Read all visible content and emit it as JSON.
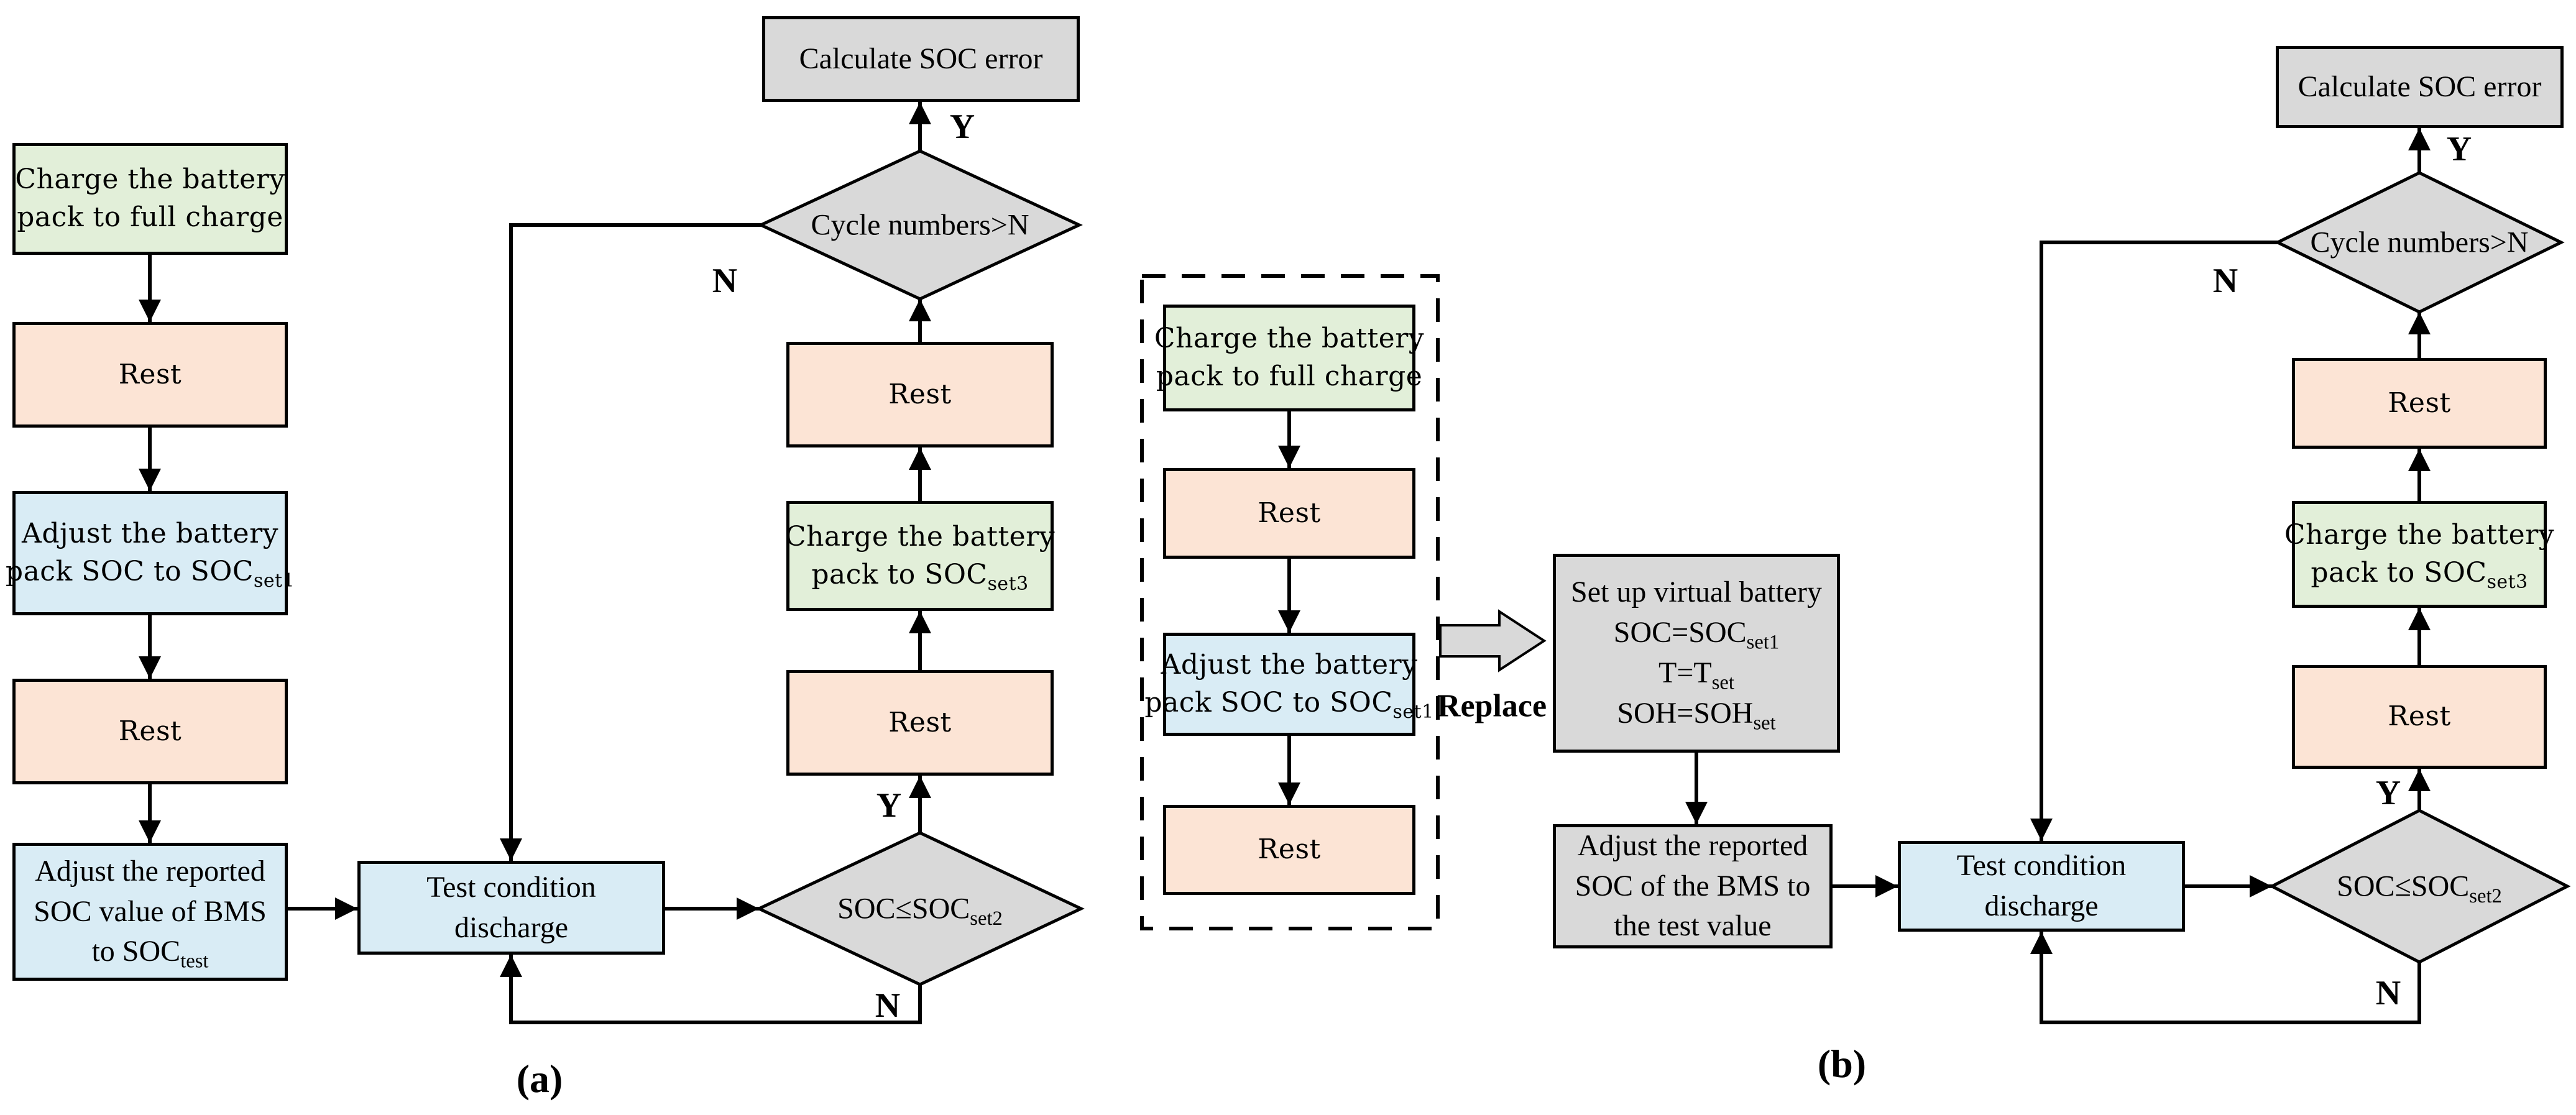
{
  "figure": {
    "caption_a": "(a)",
    "caption_b": "(b)",
    "labels": {
      "yes": "Y",
      "no": "N",
      "replace": "Replace"
    }
  },
  "colors": {
    "green": "#e2efd9",
    "peach": "#fce4d5",
    "blue": "#d9ecf5",
    "gray": "#d9d9d9",
    "line": "#000000",
    "background": "#ffffff"
  },
  "flow_a": {
    "charge_full": {
      "line1": "Charge the battery",
      "line2": "pack to full charge"
    },
    "rest1": "Rest",
    "adjust_pack_soc": {
      "line1": "Adjust the battery",
      "line2_pre": "pack SOC to SOC",
      "line2_sub": "set1"
    },
    "rest2": "Rest",
    "adjust_reported_bms": {
      "line1": "Adjust the reported",
      "line2": "SOC value of BMS",
      "line3_pre": "to SOC",
      "line3_sub": "test"
    },
    "test_discharge": {
      "line1": "Test condition",
      "line2": "discharge"
    },
    "soc_check": {
      "pre": "SOC≤SOC",
      "sub": "set2"
    },
    "rest3": "Rest",
    "charge_set3": {
      "line1": "Charge the battery",
      "line2_pre": "pack to SOC",
      "line2_sub": "set3"
    },
    "rest4": "Rest",
    "cycle_check": "Cycle numbers>N",
    "calculate_error": "Calculate SOC error"
  },
  "replace_section": {
    "dashed_group": {
      "charge_full": {
        "line1": "Charge the battery",
        "line2": "pack to full charge"
      },
      "rest1": "Rest",
      "adjust_pack_soc": {
        "line1": "Adjust the battery",
        "line2_pre": "pack SOC to SOC",
        "line2_sub": "set1"
      },
      "rest2": "Rest"
    },
    "replace_label": "Replace",
    "virtual_battery": {
      "line1": "Set up virtual battery",
      "line2_pre": "SOC=SOC",
      "line2_sub": "set1",
      "line3_pre": "T=T",
      "line3_sub": "set",
      "line4_pre": "SOH=SOH",
      "line4_sub": "set"
    },
    "adjust_reported": {
      "line1": "Adjust the reported",
      "line2": "SOC of the BMS to",
      "line3": "the test value"
    }
  },
  "flow_b": {
    "test_discharge": {
      "line1": "Test condition",
      "line2": "discharge"
    },
    "soc_check": {
      "pre": "SOC≤SOC",
      "sub": "set2"
    },
    "rest1": "Rest",
    "charge_set3": {
      "line1": "Charge the battery",
      "line2_pre": "pack to SOC",
      "line2_sub": "set3"
    },
    "rest2": "Rest",
    "cycle_check": "Cycle numbers>N",
    "calculate_error": "Calculate SOC error"
  }
}
